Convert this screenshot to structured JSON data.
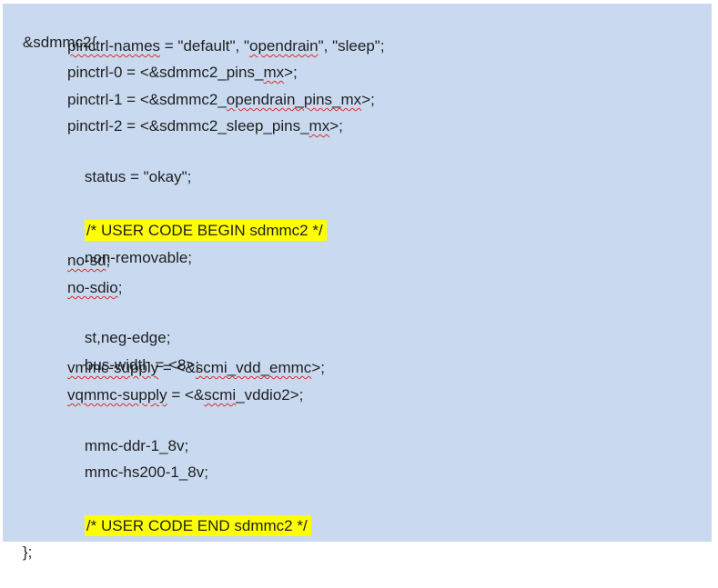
{
  "code": {
    "l0": "&sdmmc2{",
    "l1a": "pinctrl-names",
    "l1b": " = \"default\", \"",
    "l1c": "opendrain",
    "l1d": "\", \"sleep\";",
    "l2a": "pinctrl-0 = <&sdmmc2_pins_",
    "l2b": "mx",
    "l2c": ">;",
    "l3a": "pinctrl-1 = <&sdmmc2_",
    "l3b": "opendrain_pins_mx",
    "l3c": ">;",
    "l4a": "pinctrl-2 = <&sdmmc2_sleep_pins_",
    "l4b": "mx",
    "l4c": ">;",
    "l5": "status = \"okay\";",
    "l6": "/* USER CODE BEGIN sdmmc2 */",
    "l7": "non-removable;",
    "l8a": "no-sd",
    "l8b": ";",
    "l9a": "no-sdio",
    "l9b": ";",
    "l10": "st,neg-edge;",
    "l11": "bus-width = <8>;",
    "l12a": "vmmc-supply",
    "l12b": " = <&",
    "l12c": "scmi_vdd_emmc",
    "l12d": ">;",
    "l13a": "vqmmc-supply",
    "l13b": " = <&",
    "l13c": "scmi",
    "l13d": "_vddio2>;",
    "l14": "mmc-ddr-1_8v;",
    "l15": "mmc-hs200-1_8v;",
    "l16": "/* USER CODE END sdmmc2 */",
    "l17": "};"
  },
  "colors": {
    "background": "#c8d9f0",
    "highlight": "#ffff00",
    "squiggle": "#d93025"
  }
}
